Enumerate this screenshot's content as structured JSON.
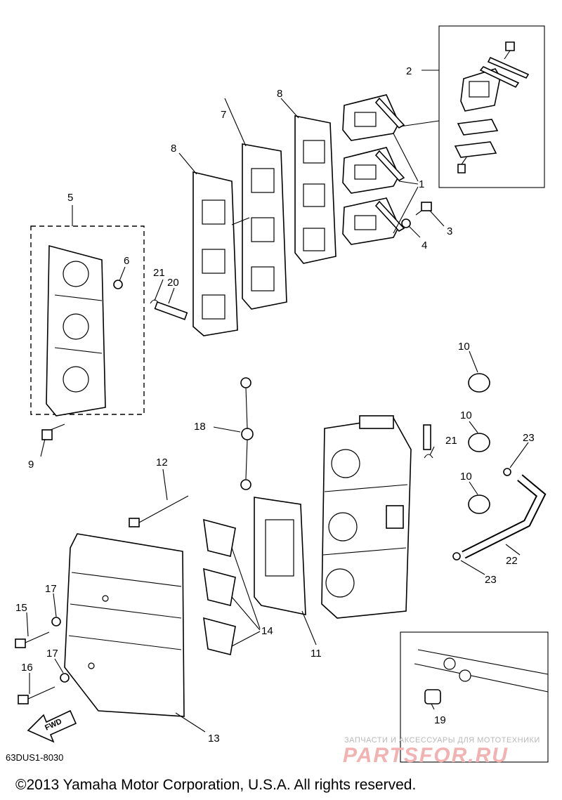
{
  "part_numbers": {
    "p1": "1",
    "p2": "2",
    "p3": "3",
    "p4": "4",
    "p5": "5",
    "p6": "6",
    "p7": "7",
    "p8a": "8",
    "p8b": "8",
    "p9": "9",
    "p10a": "10",
    "p10b": "10",
    "p10c": "10",
    "p11": "11",
    "p12": "12",
    "p13": "13",
    "p14": "14",
    "p15": "15",
    "p16": "16",
    "p17a": "17",
    "p17b": "17",
    "p18": "18",
    "p19": "19",
    "p20": "20",
    "p21a": "21",
    "p21b": "21",
    "p22": "22",
    "p23a": "23",
    "p23b": "23"
  },
  "diagram_code": "63DUS1-8030",
  "fwd_label": "FWD",
  "copyright": "©2013 Yamaha Motor Corporation, U.S.A. All rights reserved.",
  "watermark": {
    "tagline": "ЗАПЧАСТИ И АКСЕССУАРЫ ДЛЯ МОТОТЕХНИКИ",
    "brand": "PARTSFOR.RU"
  }
}
